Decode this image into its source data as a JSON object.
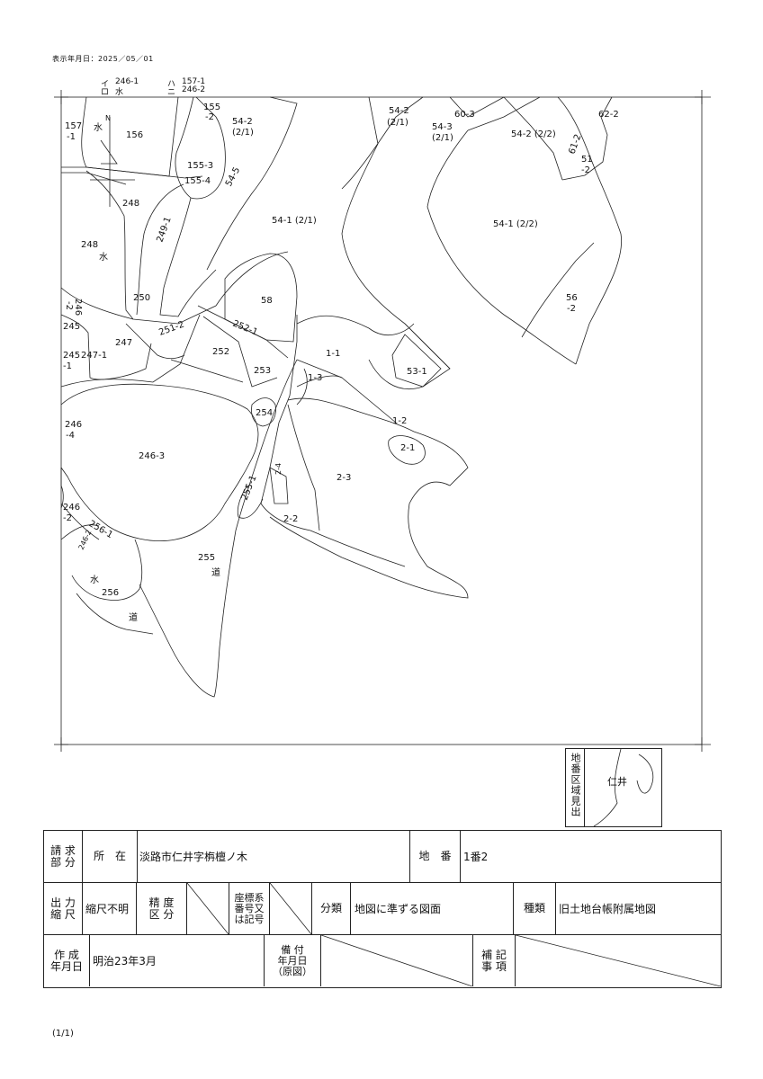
{
  "header": {
    "display_date": "表示年月日：2025／05／01"
  },
  "legend": [
    {
      "key": "イ",
      "value": "246-1"
    },
    {
      "key": "ハ",
      "value": "157-1"
    },
    {
      "key": "ロ",
      "value": "水"
    },
    {
      "key": "ニ",
      "value": "246-2"
    }
  ],
  "map": {
    "north_label": "N",
    "parcels": [
      {
        "id": "p156",
        "text": "156"
      },
      {
        "id": "p157",
        "text": "157"
      },
      {
        "id": "p157s",
        "text": "-1"
      },
      {
        "id": "pw1",
        "text": "水"
      },
      {
        "id": "p155",
        "text": "155"
      },
      {
        "id": "p155s",
        "text": "-2"
      },
      {
        "id": "p54_2a",
        "text": "54-2"
      },
      {
        "id": "p54_2a2",
        "text": "(2/1)"
      },
      {
        "id": "p54_2b",
        "text": "54-2"
      },
      {
        "id": "p54_2b2",
        "text": "(2/1)"
      },
      {
        "id": "p60_3",
        "text": "60-3"
      },
      {
        "id": "p54_3",
        "text": "54-3"
      },
      {
        "id": "p54_3b",
        "text": "(2/1)"
      },
      {
        "id": "p62_2",
        "text": "62-2"
      },
      {
        "id": "p54_2c",
        "text": "54-2 (2/2)"
      },
      {
        "id": "p51",
        "text": "51"
      },
      {
        "id": "p51s",
        "text": "-2"
      },
      {
        "id": "p155_3",
        "text": "155-3"
      },
      {
        "id": "p155_4",
        "text": "155-4"
      },
      {
        "id": "p248a",
        "text": "248"
      },
      {
        "id": "p248b",
        "text": "248"
      },
      {
        "id": "pw2",
        "text": "水"
      },
      {
        "id": "p54_1a",
        "text": "54-1 (2/1)"
      },
      {
        "id": "p54_1b",
        "text": "54-1 (2/2)"
      },
      {
        "id": "p56",
        "text": "56"
      },
      {
        "id": "p56s",
        "text": "-2"
      },
      {
        "id": "p250",
        "text": "250"
      },
      {
        "id": "p58",
        "text": "58"
      },
      {
        "id": "p245",
        "text": "245"
      },
      {
        "id": "p247",
        "text": "247"
      },
      {
        "id": "p247_1",
        "text": "247-1"
      },
      {
        "id": "p245_1",
        "text": "245"
      },
      {
        "id": "p245_1s",
        "text": "-1"
      },
      {
        "id": "p252",
        "text": "252"
      },
      {
        "id": "p253",
        "text": "253"
      },
      {
        "id": "p1_1",
        "text": "1-1"
      },
      {
        "id": "p1_3",
        "text": "1-3"
      },
      {
        "id": "p53_1",
        "text": "53-1"
      },
      {
        "id": "p254",
        "text": "254"
      },
      {
        "id": "p1_2",
        "text": "1-2"
      },
      {
        "id": "p2_1",
        "text": "2-1"
      },
      {
        "id": "p246_4",
        "text": "246"
      },
      {
        "id": "p246_4s",
        "text": "-4"
      },
      {
        "id": "p246_3",
        "text": "246-3"
      },
      {
        "id": "p2_3",
        "text": "2-3"
      },
      {
        "id": "p246_2",
        "text": "246"
      },
      {
        "id": "p246_2s",
        "text": "-2"
      },
      {
        "id": "p2_2",
        "text": "2-2"
      },
      {
        "id": "p255",
        "text": "255"
      },
      {
        "id": "pr1",
        "text": "道"
      },
      {
        "id": "pw3",
        "text": "水"
      },
      {
        "id": "p256",
        "text": "256"
      },
      {
        "id": "pr2",
        "text": "道"
      }
    ],
    "rotated_labels": [
      {
        "id": "r54_5",
        "text": "54-5"
      },
      {
        "id": "r249_1",
        "text": "249-1"
      },
      {
        "id": "r246",
        "text": "246"
      },
      {
        "id": "r246s",
        "text": "-2"
      },
      {
        "id": "r251_2",
        "text": "251-2"
      },
      {
        "id": "r252_1",
        "text": "252-1"
      },
      {
        "id": "r61_2",
        "text": "61-2"
      },
      {
        "id": "r255_1",
        "text": "255-1"
      },
      {
        "id": "r256_1",
        "text": "256-1"
      },
      {
        "id": "r246_2",
        "text": "246-2"
      },
      {
        "id": "r2_4",
        "text": "2-4"
      }
    ]
  },
  "index_box": {
    "title": "地番区域見出",
    "area_name": "仁井"
  },
  "table": {
    "requester_label": "請 求\n部 分",
    "location_label": "所　在",
    "location_value": "淡路市仁井字栴檀ノ木",
    "lot_label": "地　番",
    "lot_value": "1番2",
    "output_scale_label": "出 力\n縮 尺",
    "output_scale_value": "縮尺不明",
    "accuracy_label": "精 度\n区 分",
    "coord_label": "座標系\n番号又\nは記号",
    "category_label": "分類",
    "category_value": "地図に準ずる図面",
    "type_label": "種類",
    "type_value": "旧土地台帳附属地図",
    "created_label": "作 成\n年月日",
    "created_value": "明治23年3月",
    "attached_label": "備 付\n年月日\n（原図）",
    "note_label": "補 記\n事 項"
  },
  "footer": {
    "page": "(1/1)"
  }
}
